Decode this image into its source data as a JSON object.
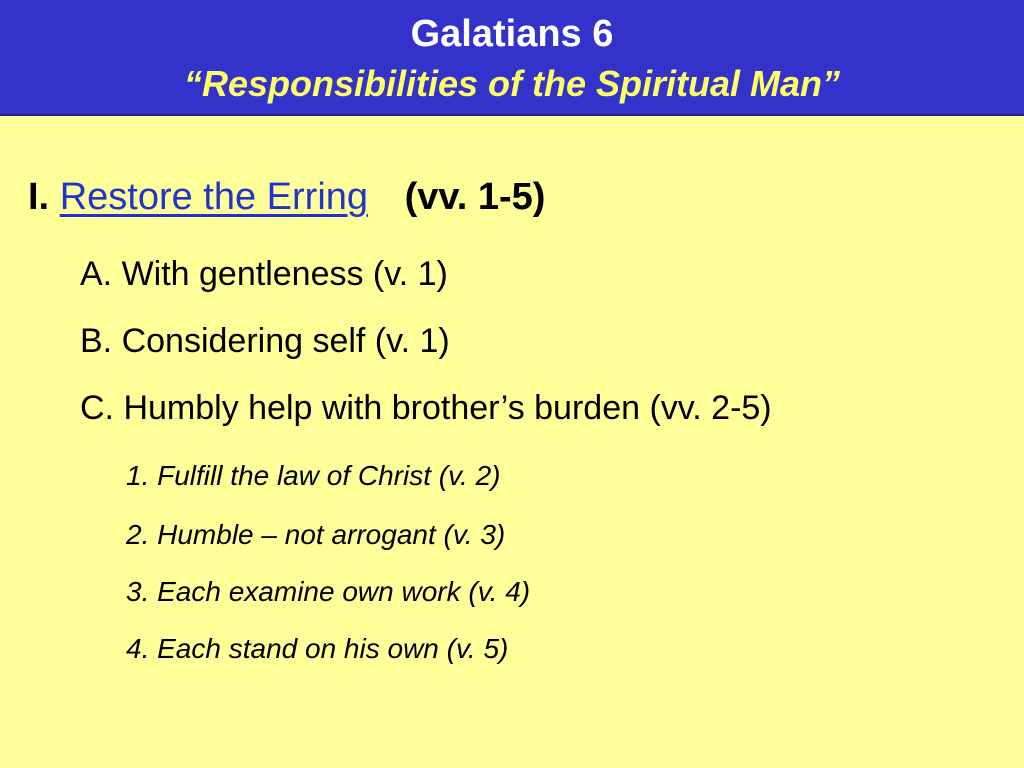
{
  "header": {
    "title": "Galatians 6",
    "subtitle": "“Responsibilities of the Spiritual Man”"
  },
  "outline": {
    "point": {
      "numeral": "I.",
      "heading": "Restore the Erring",
      "reference": "(vv. 1-5)"
    },
    "subpoints": [
      "A. With gentleness (v. 1)",
      "B. Considering self (v. 1)",
      "C. Humbly help with brother’s burden (vv. 2-5)"
    ],
    "subsubpoints": [
      "1. Fulfill the law of Christ (v. 2)",
      "2. Humble – not arrogant (v. 3)",
      "3. Each examine own work (v. 4)",
      "4. Each stand on his own (v. 5)"
    ]
  },
  "colors": {
    "header_bg": "#3333cc",
    "title": "#ffffff",
    "subtitle": "#ffff66",
    "slide_bg": "#ffff99",
    "link": "#2233cc"
  }
}
